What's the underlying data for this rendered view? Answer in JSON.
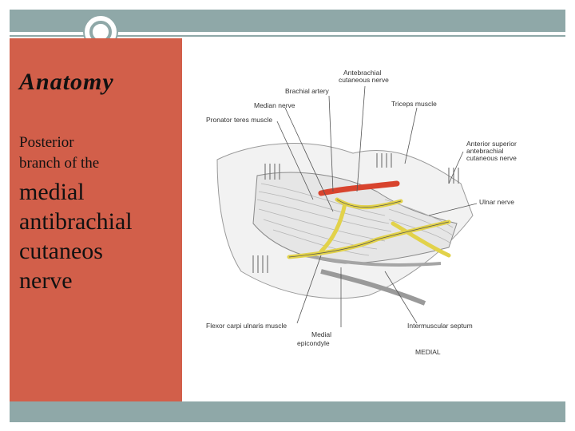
{
  "slide": {
    "title": "Anatomy",
    "subtitle_small": "Posterior\nbranch of the",
    "subtitle_large": "medial\nantibrachial\ncutaneos\n nerve"
  },
  "figure": {
    "labels": {
      "antebrachial_1": "Antebrachial",
      "antebrachial_2": "cutaneous nerve",
      "brachial_artery": "Brachial artery",
      "triceps": "Triceps muscle",
      "median_nerve": "Median nerve",
      "pronator": "Pronator teres muscle",
      "anterior_1": "Anterior superior",
      "anterior_2": "antebrachial",
      "anterior_3": "cutaneous nerve",
      "ulnar": "Ulnar nerve",
      "flexor": "Flexor carpi ulnaris muscle",
      "medial_1": "Medial",
      "medial_2": "epicondyle",
      "septum": "Intermuscular septum",
      "medial_caption": "MEDIAL"
    }
  },
  "colors": {
    "accent_panel": "#d25f4a",
    "band": "#8fa8a8",
    "nerve": "#e2d24a",
    "artery": "#d8442e"
  }
}
